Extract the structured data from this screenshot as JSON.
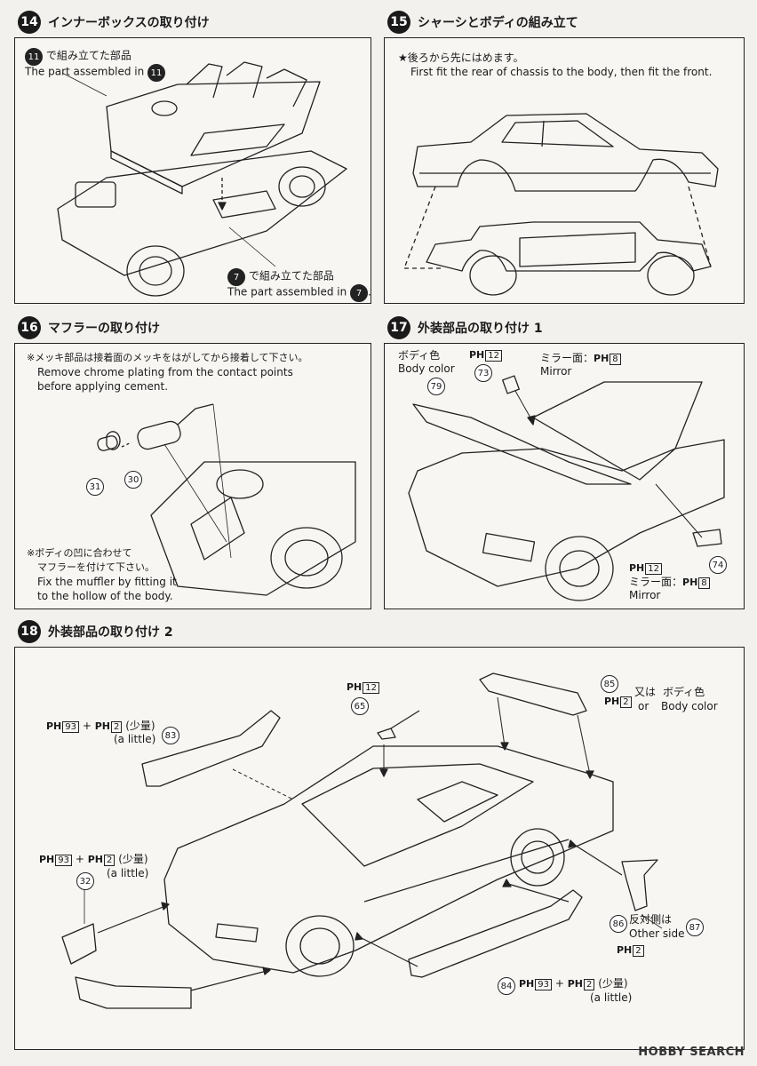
{
  "steps": [
    {
      "num": "14",
      "title": "インナーボックスの取り付け"
    },
    {
      "num": "15",
      "title": "シャーシとボディの組み立て"
    },
    {
      "num": "16",
      "title": "マフラーの取り付け"
    },
    {
      "num": "17",
      "title": "外装部品の取り付け 1"
    },
    {
      "num": "18",
      "title": "外装部品の取り付け 2"
    }
  ],
  "step14": {
    "callout_11": "11",
    "note_jp": "で組み立てた部品",
    "note_en": "The part assembled in",
    "callout_7": "7",
    "note2_jp": "で組み立てた部品",
    "note2_en": "The part assembled in",
    "period": "."
  },
  "step15": {
    "note_jp": "★後ろから先にはめます。",
    "note_en": "First fit the rear of chassis to the body, then fit the front."
  },
  "step16": {
    "note1_jp": "※メッキ部品は接着面のメッキをはがしてから接着して下さい。",
    "note1_en_1": "Remove chrome plating from the contact points",
    "note1_en_2": "before applying cement.",
    "note2_jp_1": "※ボディの凹に合わせて",
    "note2_jp_2": "マフラーを付けて下さい。",
    "note2_en_1": "Fix the muffler by fitting it",
    "note2_en_2": "to the hollow of the body.",
    "part_30": "30",
    "part_31": "31"
  },
  "step17": {
    "body_color_jp": "ボディ色",
    "body_color_en": "Body color",
    "part_79": "79",
    "part_73": "73",
    "part_74": "74",
    "ph": "PH",
    "ph12": "12",
    "ph8": "8",
    "mirror_jp": "ミラー面：",
    "mirror_en": "Mirror"
  },
  "step18": {
    "ph": "PH",
    "ph93": "93",
    "ph2": "2",
    "ph12": "12",
    "plus": "+",
    "little_jp": "(少量)",
    "little_en": "(a little)",
    "part_83": "83",
    "part_65": "65",
    "part_85": "85",
    "part_32": "32",
    "part_84": "84",
    "part_86": "86",
    "part_87": "87",
    "or_jp": "又は",
    "or_en": "or",
    "body_color_jp": "ボディ色",
    "body_color_en": "Body color",
    "other_jp": "反対側は",
    "other_en": "Other side"
  },
  "watermark": "HOBBY SEARCH"
}
